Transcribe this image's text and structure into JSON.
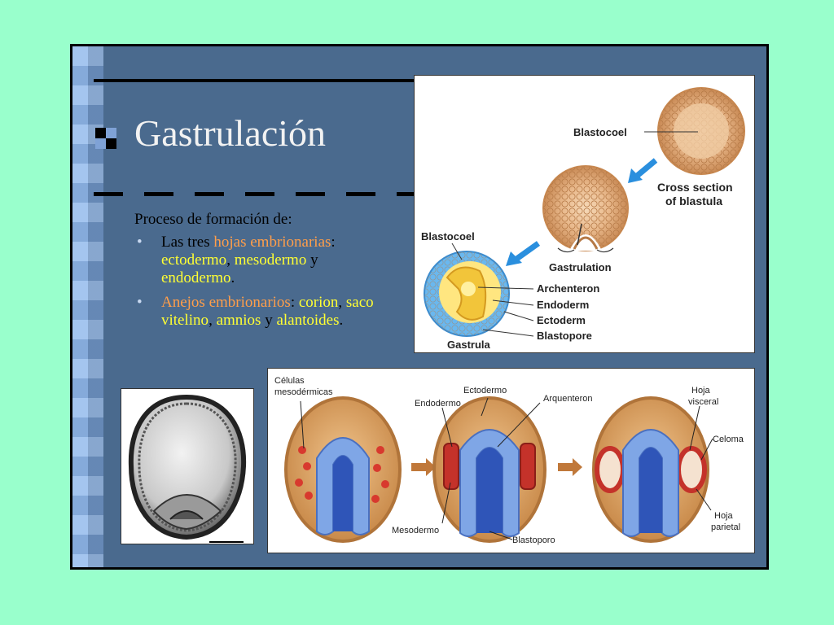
{
  "slide": {
    "title": "Gastrulación",
    "intro": "Proceso de formación de:",
    "bullets": [
      {
        "parts": [
          "Las tres ",
          "hojas embrionarias",
          ":",
          " ectodermo",
          ",",
          " mesodermo",
          " y",
          " endodermo",
          "."
        ]
      },
      {
        "parts": [
          "Anejos embrionarios",
          ":",
          " corion",
          ",",
          " saco vitelino",
          ",",
          " amnios",
          " y",
          " alantoides",
          "."
        ]
      }
    ]
  },
  "diagram_top": {
    "labels": {
      "blastocoel_top": "Blastocoel",
      "cross_section_1": "Cross section",
      "cross_section_2": "of blastula",
      "gastrulation": "Gastrulation",
      "blastocoel_left": "Blastocoel",
      "archenteron": "Archenteron",
      "endoderm": "Endoderm",
      "ectoderm": "Ectoderm",
      "blastopore": "Blastopore",
      "gastrula": "Gastrula"
    }
  },
  "diagram_bottom": {
    "labels": {
      "celulas_1": "Células",
      "celulas_2": "mesodérmicas",
      "ectodermo": "Ectodermo",
      "endodermo": "Endodermo",
      "arquenteron": "Arquenteron",
      "hoja_visceral_1": "Hoja",
      "hoja_visceral_2": "visceral",
      "celoma": "Celoma",
      "mesodermo": "Mesodermo",
      "blastoporo": "Blastoporo",
      "hoja_parietal_1": "Hoja",
      "hoja_parietal_2": "parietal"
    }
  },
  "colors": {
    "background": "#99ffcc",
    "slide": "#4a6a8e",
    "title": "#f2f2f2",
    "highlight_orange": "#ff9e4a",
    "highlight_yellow": "#ffff33"
  }
}
